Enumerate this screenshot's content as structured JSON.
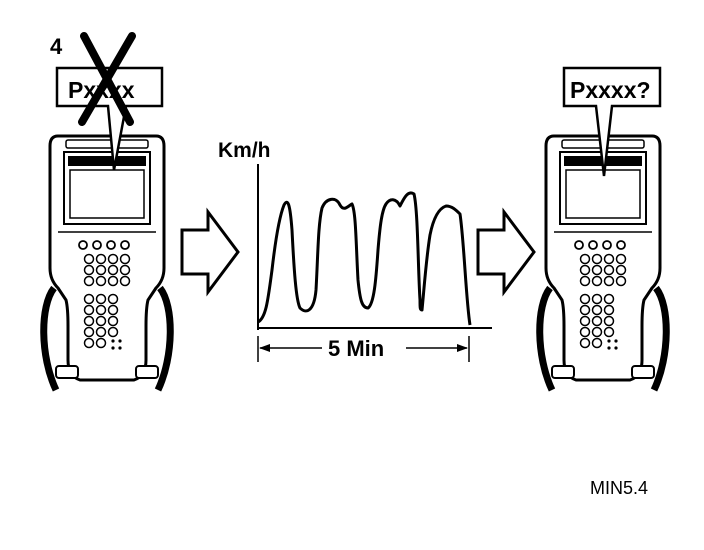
{
  "step_number": "4",
  "left_code_label": "Pxxxx",
  "right_code_label": "Pxxxx?",
  "speed_axis_label": "Km/h",
  "duration_label": "5 Min",
  "figure_code": "MIN5.4",
  "icons": {
    "scan_tool": "handheld-scan-tool-icon",
    "arrow": "right-arrow-icon",
    "cross": "x-mark-icon"
  }
}
